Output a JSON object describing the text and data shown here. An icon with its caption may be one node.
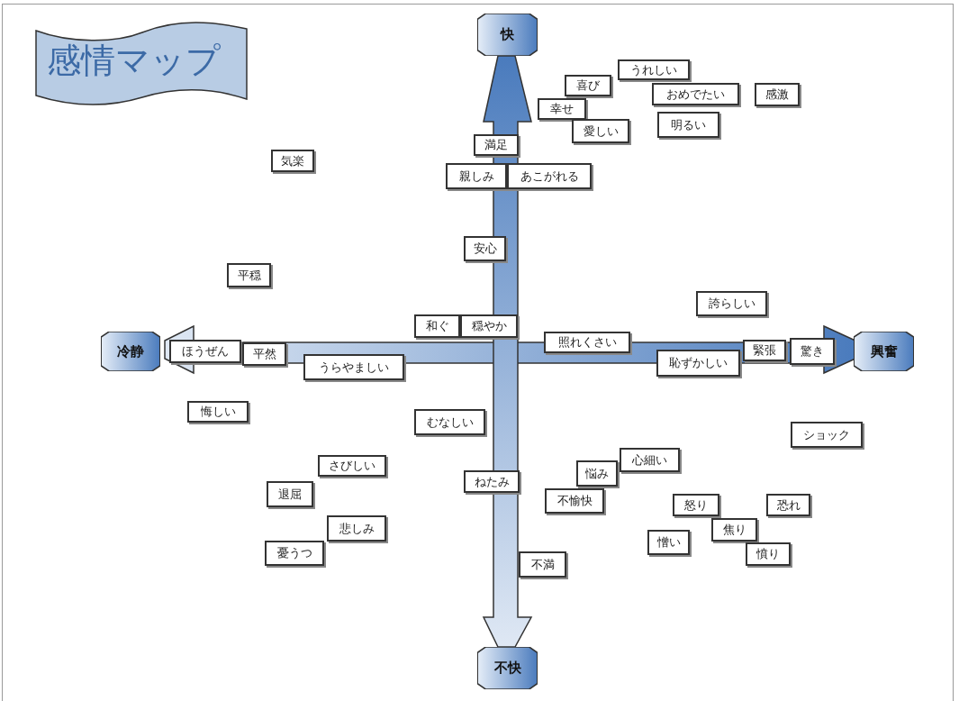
{
  "diagram": {
    "title": "感情マップ",
    "nodes": [
      {
        "text": [
          "快"
        ]
      },
      {
        "text": [
          "うれしい"
        ]
      },
      {
        "text": [
          "喜び"
        ]
      },
      {
        "text": [
          "おめでたい"
        ]
      },
      {
        "text": [
          "感激"
        ]
      },
      {
        "text": [
          "幸せ"
        ]
      },
      {
        "text": [
          "明るい"
        ]
      },
      {
        "text": [
          "愛しい"
        ]
      },
      {
        "text": [
          "満足"
        ]
      },
      {
        "text": [
          "気楽"
        ]
      },
      {
        "text": [
          "親しみ"
        ]
      },
      {
        "text": [
          "あこがれる"
        ]
      },
      {
        "text": [
          "安心"
        ]
      },
      {
        "text": [
          "平穏"
        ]
      },
      {
        "text": [
          "誇らしい"
        ]
      },
      {
        "text": [
          "和ぐ"
        ]
      },
      {
        "text": [
          "穏やか"
        ]
      },
      {
        "text": [
          "冷静"
        ]
      },
      {
        "text": [
          "照れくさい"
        ]
      },
      {
        "text": [
          "緊張"
        ]
      },
      {
        "text": [
          "驚き"
        ]
      },
      {
        "text": [
          "興奮"
        ]
      },
      {
        "text": [
          "ほうぜん"
        ]
      },
      {
        "text": [
          "平然"
        ]
      },
      {
        "text": [
          "恥ずかしい"
        ]
      },
      {
        "text": [
          "うらやましい"
        ]
      },
      {
        "text": [
          "悔しい"
        ]
      },
      {
        "text": [
          "むなしい"
        ]
      },
      {
        "text": [
          "ショック"
        ]
      },
      {
        "text": [
          "心細い"
        ]
      },
      {
        "text": [
          "さびしい"
        ]
      },
      {
        "text": [
          "悩み"
        ]
      },
      {
        "text": [
          "ねたみ"
        ]
      },
      {
        "text": [
          "退屈"
        ]
      },
      {
        "text": [
          "不愉快"
        ]
      },
      {
        "text": [
          "怒り"
        ]
      },
      {
        "text": [
          "恐れ"
        ]
      },
      {
        "text": [
          "悲しみ"
        ]
      },
      {
        "text": [
          "焦り"
        ]
      },
      {
        "text": [
          "憎い"
        ]
      },
      {
        "text": [
          "憂うつ"
        ]
      },
      {
        "text": [
          "憤り"
        ]
      },
      {
        "text": [
          "不満"
        ]
      },
      {
        "text": [
          "不快"
        ]
      }
    ]
  }
}
